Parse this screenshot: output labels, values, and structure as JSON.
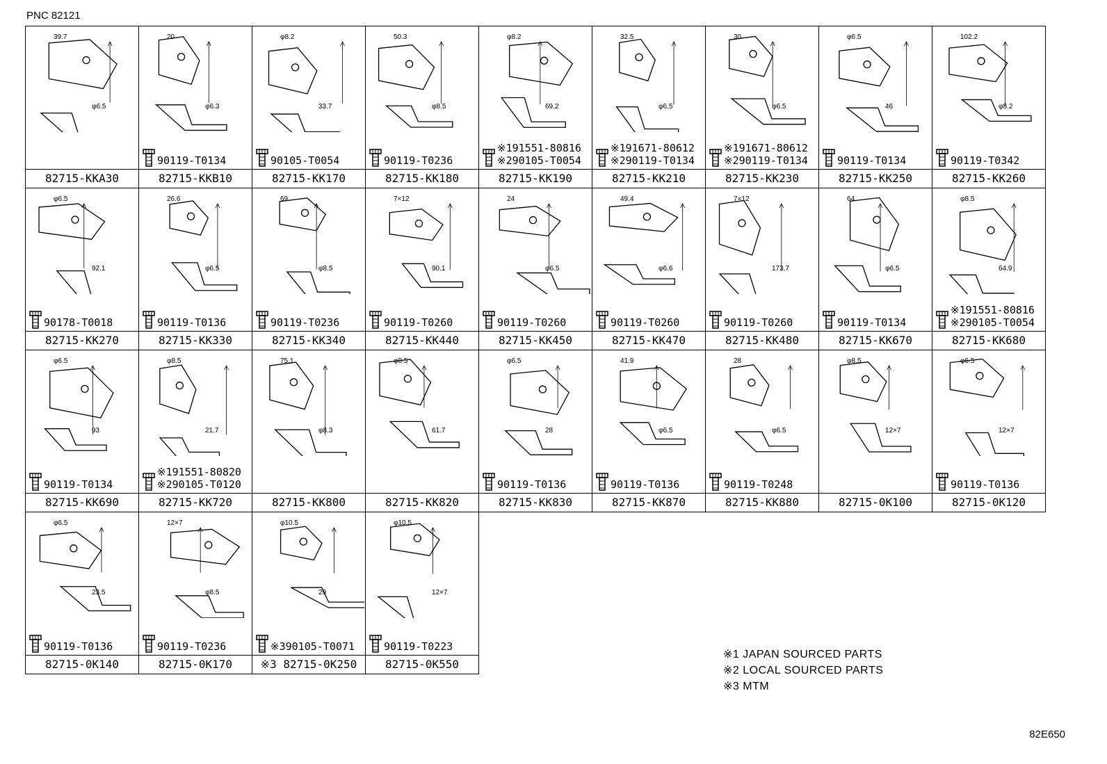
{
  "header": {
    "pnc": "PNC 82121"
  },
  "footer": {
    "code": "82E650"
  },
  "notes": [
    "※1 JAPAN SOURCED PARTS",
    "※2 LOCAL SOURCED PARTS",
    "※3 MTM"
  ],
  "cells": [
    {
      "part": "82715-KKA30",
      "fasteners": [],
      "dims": [
        "39.7",
        "φ6.5"
      ]
    },
    {
      "part": "82715-KKB10",
      "fasteners": [
        "90119-T0134"
      ],
      "dims": [
        "20",
        "φ6.3"
      ]
    },
    {
      "part": "82715-KK170",
      "fasteners": [
        "90105-T0054"
      ],
      "dims": [
        "φ8.2",
        "33.7"
      ]
    },
    {
      "part": "82715-KK180",
      "fasteners": [
        "90119-T0236"
      ],
      "dims": [
        "50.3",
        "φ8.5"
      ]
    },
    {
      "part": "82715-KK190",
      "fasteners": [
        "※191551-80816",
        "※290105-T0054"
      ],
      "dims": [
        "φ8.2",
        "69.2"
      ]
    },
    {
      "part": "82715-KK210",
      "fasteners": [
        "※191671-80612",
        "※290119-T0134"
      ],
      "dims": [
        "32.5",
        "φ6.5"
      ]
    },
    {
      "part": "82715-KK230",
      "fasteners": [
        "※191671-80612",
        "※290119-T0134"
      ],
      "dims": [
        "30",
        "φ6.5"
      ]
    },
    {
      "part": "82715-KK250",
      "fasteners": [
        "90119-T0134"
      ],
      "dims": [
        "φ6.5",
        "46"
      ]
    },
    {
      "part": "82715-KK260",
      "fasteners": [
        "90119-T0342"
      ],
      "dims": [
        "102.2",
        "φ8.2"
      ]
    },
    {
      "part": "82715-KK270",
      "fasteners": [
        "90178-T0018"
      ],
      "dims": [
        "φ6.5",
        "92.1"
      ]
    },
    {
      "part": "82715-KK330",
      "fasteners": [
        "90119-T0136"
      ],
      "dims": [
        "26.6",
        "φ6.5"
      ]
    },
    {
      "part": "82715-KK340",
      "fasteners": [
        "90119-T0236"
      ],
      "dims": [
        "69",
        "φ8.5"
      ]
    },
    {
      "part": "82715-KK440",
      "fasteners": [
        "90119-T0260"
      ],
      "dims": [
        "7×12",
        "90.1"
      ]
    },
    {
      "part": "82715-KK450",
      "fasteners": [
        "90119-T0260"
      ],
      "dims": [
        "24",
        "φ6.5"
      ]
    },
    {
      "part": "82715-KK470",
      "fasteners": [
        "90119-T0260"
      ],
      "dims": [
        "49.4",
        "φ6.6"
      ]
    },
    {
      "part": "82715-KK480",
      "fasteners": [
        "90119-T0260"
      ],
      "dims": [
        "7×12",
        "173.7"
      ]
    },
    {
      "part": "82715-KK670",
      "fasteners": [
        "90119-T0134"
      ],
      "dims": [
        "64",
        "φ6.5"
      ]
    },
    {
      "part": "82715-KK680",
      "fasteners": [
        "※191551-80816",
        "※290105-T0054"
      ],
      "dims": [
        "φ8.5",
        "64.9"
      ]
    },
    {
      "part": "82715-KK690",
      "fasteners": [
        "90119-T0134"
      ],
      "dims": [
        "φ6.5",
        "93"
      ]
    },
    {
      "part": "82715-KK720",
      "fasteners": [
        "※191551-80820",
        "※290105-T0120"
      ],
      "dims": [
        "φ8.5",
        "21.7"
      ]
    },
    {
      "part": "82715-KK800",
      "fasteners": [],
      "dims": [
        "75.1",
        "φ8.3"
      ]
    },
    {
      "part": "82715-KK820",
      "fasteners": [],
      "dims": [
        "φ8.5",
        "61.7"
      ]
    },
    {
      "part": "82715-KK830",
      "fasteners": [
        "90119-T0136"
      ],
      "dims": [
        "φ6.5",
        "28"
      ]
    },
    {
      "part": "82715-KK870",
      "fasteners": [
        "90119-T0136"
      ],
      "dims": [
        "41.9",
        "φ6.5"
      ]
    },
    {
      "part": "82715-KK880",
      "fasteners": [
        "90119-T0248"
      ],
      "dims": [
        "28",
        "φ6.5"
      ]
    },
    {
      "part": "82715-0K100",
      "fasteners": [],
      "dims": [
        "φ8.5",
        "12×7"
      ]
    },
    {
      "part": "82715-0K120",
      "fasteners": [
        "90119-T0136"
      ],
      "dims": [
        "φ6.5",
        "12×7"
      ]
    },
    {
      "part": "82715-0K140",
      "fasteners": [
        "90119-T0136"
      ],
      "dims": [
        "φ6.5",
        "23.5"
      ]
    },
    {
      "part": "82715-0K170",
      "fasteners": [
        "90119-T0236"
      ],
      "dims": [
        "12×7",
        "φ8.5"
      ]
    },
    {
      "part": "※3 82715-0K250",
      "fasteners": [
        "※390105-T0071"
      ],
      "dims": [
        "φ10.5",
        "29"
      ]
    },
    {
      "part": "82715-0K550",
      "fasteners": [
        "90119-T0223"
      ],
      "dims": [
        "φ10.5",
        "12×7"
      ]
    }
  ]
}
